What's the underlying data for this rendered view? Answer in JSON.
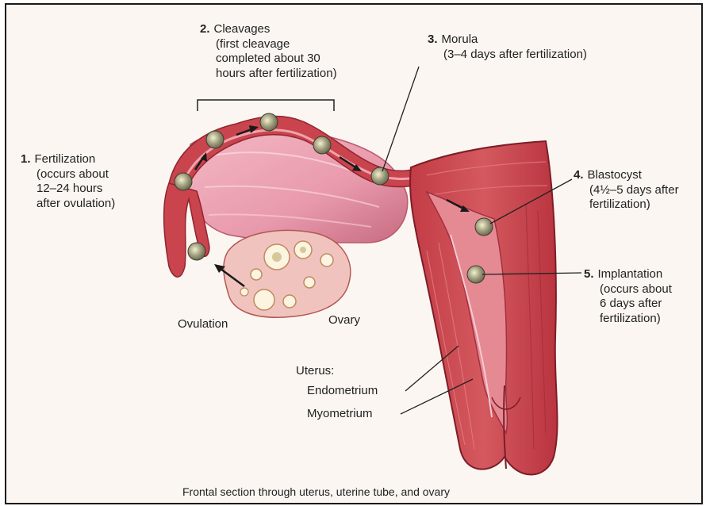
{
  "stages": [
    {
      "number": "1.",
      "lines": [
        "Fertilization",
        "(occurs about",
        "12–24 hours",
        "after ovulation)"
      ]
    },
    {
      "number": "2.",
      "lines": [
        "Cleavages",
        "(first cleavage",
        "completed about 30",
        "hours after fertilization)"
      ]
    },
    {
      "number": "3.",
      "lines": [
        "Morula",
        "(3–4 days after fertilization)"
      ]
    },
    {
      "number": "4.",
      "lines": [
        "Blastocyst",
        "(4½–5 days after",
        "fertilization)"
      ]
    },
    {
      "number": "5.",
      "lines": [
        "Implantation",
        "(occurs about",
        "6 days after",
        "fertilization)"
      ]
    }
  ],
  "labels": {
    "ovulation": "Ovulation",
    "ovary": "Ovary",
    "uterus": "Uterus:",
    "endometrium": "Endometrium",
    "myometrium": "Myometrium"
  },
  "caption": "Frontal section through uterus, uterine tube, and ovary",
  "colors": {
    "background": "#fbf6f1",
    "tissue": "#c9444d",
    "tissue_light": "#e58a93",
    "ovary": "#f1c3bf",
    "cell": "#8c8a70",
    "leader": "#222222"
  }
}
